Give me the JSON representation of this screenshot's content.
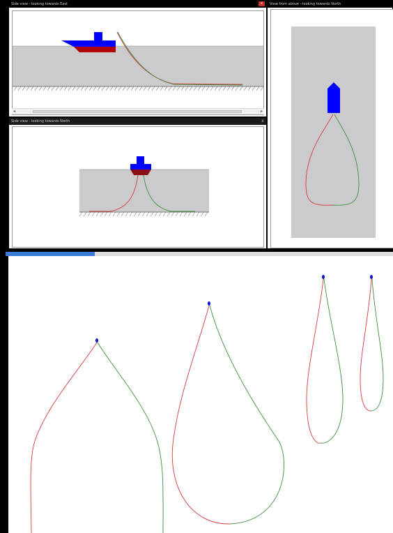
{
  "windows": {
    "side_east": {
      "title": "Side view - looking towards East",
      "close_label": "x"
    },
    "side_north": {
      "title": "Side view - looking towards North",
      "close_label": "x"
    },
    "top": {
      "title": "View from above - looking towards North"
    }
  },
  "colors": {
    "frame": "#000000",
    "water": "#cbcacd",
    "seabed_line": "#555555",
    "ship_hull_top": "#0000ff",
    "ship_hull_bottom": "#b00000",
    "line_red": "#d23a3a",
    "line_green": "#3c8f3c",
    "progress": "#3a7bd5",
    "buoy": "#1010d0"
  },
  "icons": {
    "close": "close-icon",
    "scroll_left": "scroll-left-arrow-icon",
    "scroll_right": "scroll-right-arrow-icon"
  },
  "progress": {
    "fraction": 0.23
  }
}
